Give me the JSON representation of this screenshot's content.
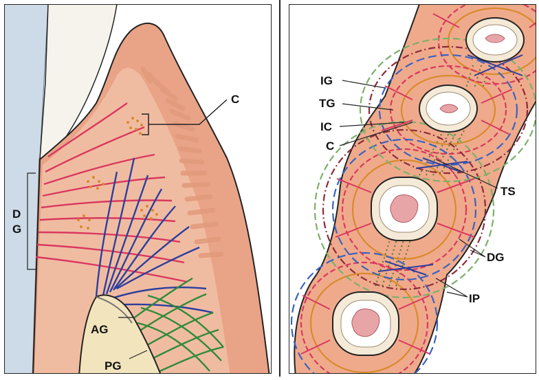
{
  "left_panel": {
    "label_c": "C",
    "label_dg_1": "D",
    "label_dg_2": "G",
    "label_ag": "AG",
    "label_pg": "PG"
  },
  "right_panel": {
    "label_ig": "IG",
    "label_tg": "TG",
    "label_ic": "IC",
    "label_c": "C",
    "label_ts": "TS",
    "label_dg": "DG",
    "label_ip": "IP"
  },
  "colors": {
    "tooth_enamel": "#f4f1ea",
    "cementum_blue": "#c9d8e6",
    "gingiva": "#e8a187",
    "gingiva_edge": "#d98468",
    "gingiva_light": "#f3c7ad",
    "bone": "#f1e4bd",
    "fiber_red": "#d9385f",
    "fiber_blue": "#2c3e9e",
    "fiber_green": "#2f8a3a",
    "fiber_maroon": "#8c2b3a",
    "fiber_orange": "#d98a2b",
    "fiber_dash_blue": "#3a62c0",
    "fiber_dash_green": "#7bb06a",
    "fiber_dot_green": "#4f7a2a",
    "pulp_pink": "#e8a5a8",
    "tooth_cross": "#f4ead7",
    "outline": "#111111"
  }
}
